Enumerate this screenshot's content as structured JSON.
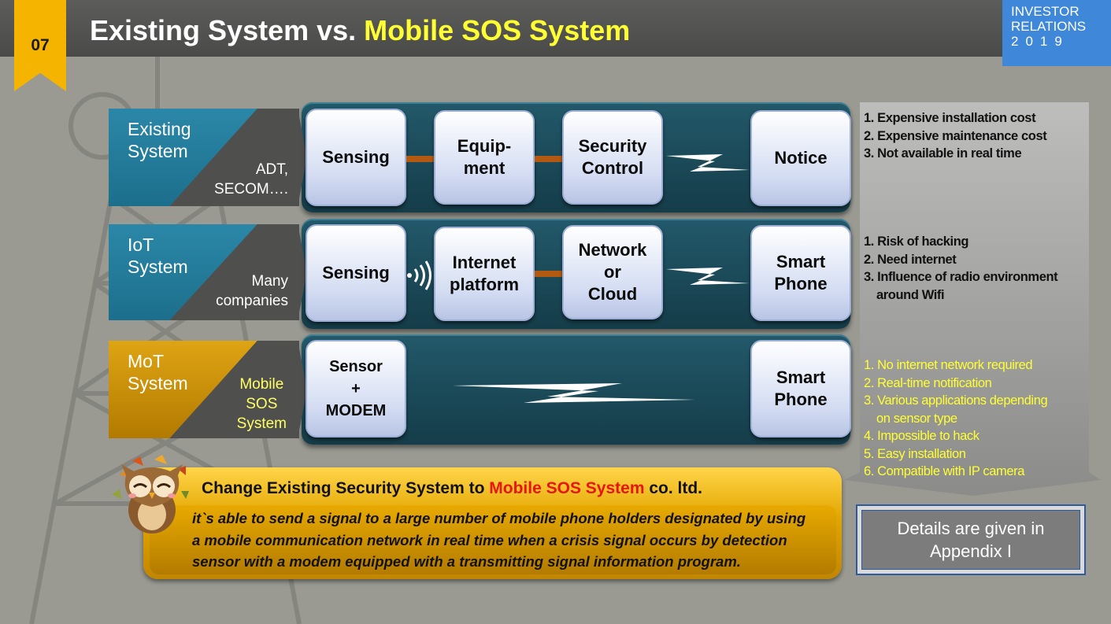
{
  "header": {
    "page_number": "07",
    "title_prefix": "Existing System vs. ",
    "title_highlight": "Mobile  SOS System",
    "ir_line1": "INVESTOR",
    "ir_line2": "RELATIONS",
    "ir_year": "2019"
  },
  "rows": {
    "existing": {
      "title_l1": "Existing",
      "title_l2": "System",
      "sub_l1": "ADT,",
      "sub_l2": "SECOM….",
      "box1": "Sensing",
      "box2_l1": "Equip-",
      "box2_l2": "ment",
      "box3_l1": "Security",
      "box3_l2": "Control",
      "box4": "Notice"
    },
    "iot": {
      "title_l1": "IoT",
      "title_l2": "System",
      "sub_l1": "Many",
      "sub_l2": "companies",
      "box1": "Sensing",
      "box2_l1": "Internet",
      "box2_l2": "platform",
      "box3_l1": "Network",
      "box3_l2": "or",
      "box3_l3": "Cloud",
      "box4_l1": "Smart",
      "box4_l2": "Phone"
    },
    "mot": {
      "title_l1": "MoT",
      "title_l2": "System",
      "sub_l1": "Mobile",
      "sub_l2": "SOS",
      "sub_l3": "System",
      "box1_l1": "Sensor",
      "box1_l2": "+",
      "box1_l3": "MODEM",
      "box4_l1": "Smart",
      "box4_l2": "Phone"
    }
  },
  "notes": {
    "existing": [
      "1. Expensive installation cost",
      "2. Expensive maintenance cost",
      "3. Not available in real time"
    ],
    "iot": [
      "1. Risk of hacking",
      "2. Need internet",
      "3. Influence of radio environment",
      "around Wifi"
    ],
    "mot": [
      "1. No internet network required",
      "2. Real-time notification",
      "3. Various applications depending",
      "on sensor type",
      "4. Impossible to hack",
      "5. Easy installation",
      "6. Compatible with IP camera"
    ]
  },
  "bottom": {
    "title_prefix": "Change Existing Security System to ",
    "title_red": "Mobile SOS System",
    "title_suffix": " co. ltd.",
    "desc_l1": "it`s able to send a signal to a large number of mobile phone holders designated by using",
    "desc_l2": "a mobile communication network in real time when a crisis signal occurs by detection",
    "desc_l3": "sensor with a modem equipped with a transmitting signal information program.",
    "details_l1": "Details are given in",
    "details_l2": "Appendix I"
  },
  "colors": {
    "accent_yellow": "#ffff33",
    "badge": "#f5b400",
    "teal": "#2b87a8",
    "gold": "#dfa414",
    "red": "#e8150b",
    "ir_blue": "#3f87d8"
  },
  "icons": [
    "lightning-bolt-icon",
    "wireless-signal-icon",
    "owl-mascot-icon"
  ]
}
